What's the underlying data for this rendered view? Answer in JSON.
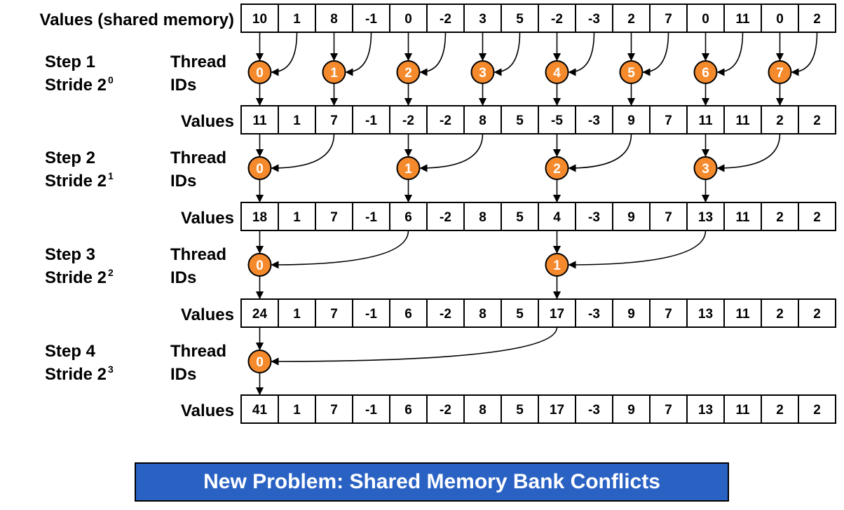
{
  "rows": [
    {
      "label": "Values (shared memory)",
      "values": [
        "10",
        "1",
        "8",
        "-1",
        "0",
        "-2",
        "3",
        "5",
        "-2",
        "-3",
        "2",
        "7",
        "0",
        "11",
        "0",
        "2"
      ]
    },
    {
      "label": "Values",
      "values": [
        "11",
        "1",
        "7",
        "-1",
        "-2",
        "-2",
        "8",
        "5",
        "-5",
        "-3",
        "9",
        "7",
        "11",
        "11",
        "2",
        "2"
      ]
    },
    {
      "label": "Values",
      "values": [
        "18",
        "1",
        "7",
        "-1",
        "6",
        "-2",
        "8",
        "5",
        "4",
        "-3",
        "9",
        "7",
        "13",
        "11",
        "2",
        "2"
      ]
    },
    {
      "label": "Values",
      "values": [
        "24",
        "1",
        "7",
        "-1",
        "6",
        "-2",
        "8",
        "5",
        "17",
        "-3",
        "9",
        "7",
        "13",
        "11",
        "2",
        "2"
      ]
    },
    {
      "label": "Values",
      "values": [
        "41",
        "1",
        "7",
        "-1",
        "6",
        "-2",
        "8",
        "5",
        "17",
        "-3",
        "9",
        "7",
        "13",
        "11",
        "2",
        "2"
      ]
    }
  ],
  "steps": [
    {
      "step_label": "Step 1",
      "stride_label": "Stride 2",
      "stride_exp": "0",
      "thread_label_1": "Thread",
      "thread_label_2": "IDs",
      "thread_ids": [
        "0",
        "1",
        "2",
        "3",
        "4",
        "5",
        "6",
        "7"
      ],
      "stride": 1
    },
    {
      "step_label": "Step 2",
      "stride_label": "Stride 2",
      "stride_exp": "1",
      "thread_label_1": "Thread",
      "thread_label_2": "IDs",
      "thread_ids": [
        "0",
        "1",
        "2",
        "3"
      ],
      "stride": 2
    },
    {
      "step_label": "Step 3",
      "stride_label": "Stride 2",
      "stride_exp": "2",
      "thread_label_1": "Thread",
      "thread_label_2": "IDs",
      "thread_ids": [
        "0",
        "1"
      ],
      "stride": 4
    },
    {
      "step_label": "Step 4",
      "stride_label": "Stride 2",
      "stride_exp": "3",
      "thread_label_1": "Thread",
      "thread_label_2": "IDs",
      "thread_ids": [
        "0"
      ],
      "stride": 8
    }
  ],
  "banner": {
    "text": "New Problem: Shared Memory Bank Conflicts"
  },
  "colors": {
    "thread_fill": "#f58a2c",
    "banner_fill": "#2a62c4"
  }
}
